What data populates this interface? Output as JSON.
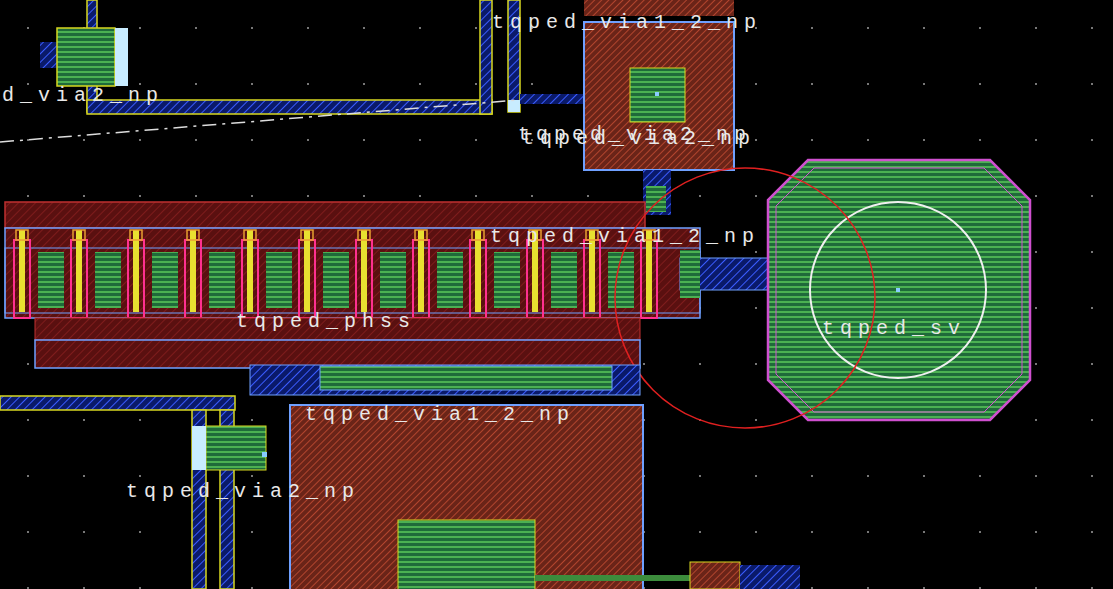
{
  "diagram": {
    "labels": [
      "tqped_via1_2_np",
      "d_via2_np",
      "tqped_via2_np",
      "tqped_via2_np",
      "tqped_via1_2_np",
      "tqped_phss",
      "tqped_sv",
      "tqped_via1_2_np",
      "tqped_via2_np"
    ]
  }
}
